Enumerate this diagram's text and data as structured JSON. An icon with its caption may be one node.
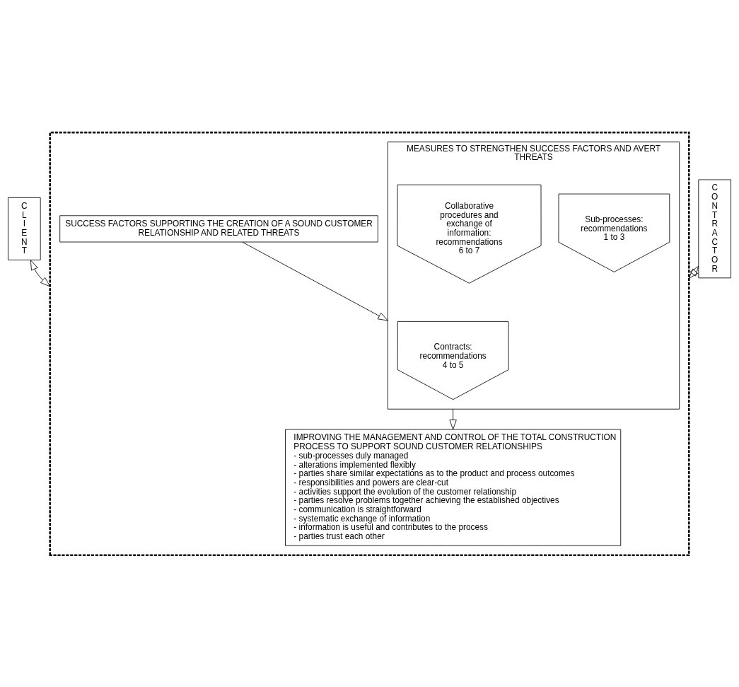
{
  "diagram": {
    "nodes": [
      {
        "text": [],
        "shape": "box"
      },
      {
        "text": [
          "SUCCESS FACTORS SUPPORTING THE CREATION OF A SOUND CUSTOMER RELATIONSHIP AND RELATED THREATS"
        ],
        "in": 0
      },
      {
        "text": [
          "MEASURES TO STRENGTHEN SUCCESS FACTORS AND AVERT THREATS"
        ],
        "in": 0
      },
      {
        "text": [
          "Sub-processes: recommendations 1 to 3"
        ],
        "in": 2
      },
      {
        "text": [
          "Contracts: recommendations 4 to 5"
        ],
        "in": 2
      },
      {
        "text": [
          "Collaborative procedures and exchange of information: recommendations 6 to 7"
        ],
        "in": 2
      },
      {
        "text": [
          "IMPROVING THE MANAGEMENT AND CONTROL OF THE TOTAL CONSTRUCTION PROCESS TO SUPPORT SOUND CUSTOMER RELATIONSHIPS",
          "- sub-processes duly managed",
          "- alterations implemented flexibly",
          "- parties share similar expectations as to the product and process outcomes",
          "- responsibilities and powers are clear-cut",
          "- activities support the evolution of the customer relationship",
          "- parties resolve problems together achieving the established objectives",
          "- communication is straightforward",
          "- systematic exchange of information",
          "- information is useful and contributes to the process",
          "- parties trust each other"
        ],
        "in": 0
      },
      {
        "text": [
          "CLIENT"
        ]
      },
      {
        "text": [
          "CONTRACTOR"
        ]
      }
    ],
    "edges": [
      {
        "from": 1,
        "to": 2,
        "arrow": "to"
      },
      {
        "from": 2,
        "to": 6,
        "arrow": "to"
      },
      {
        "from": 7,
        "to": 0,
        "arrow": "both"
      },
      {
        "from": 0,
        "to": 8,
        "arrow": "both"
      }
    ]
  }
}
